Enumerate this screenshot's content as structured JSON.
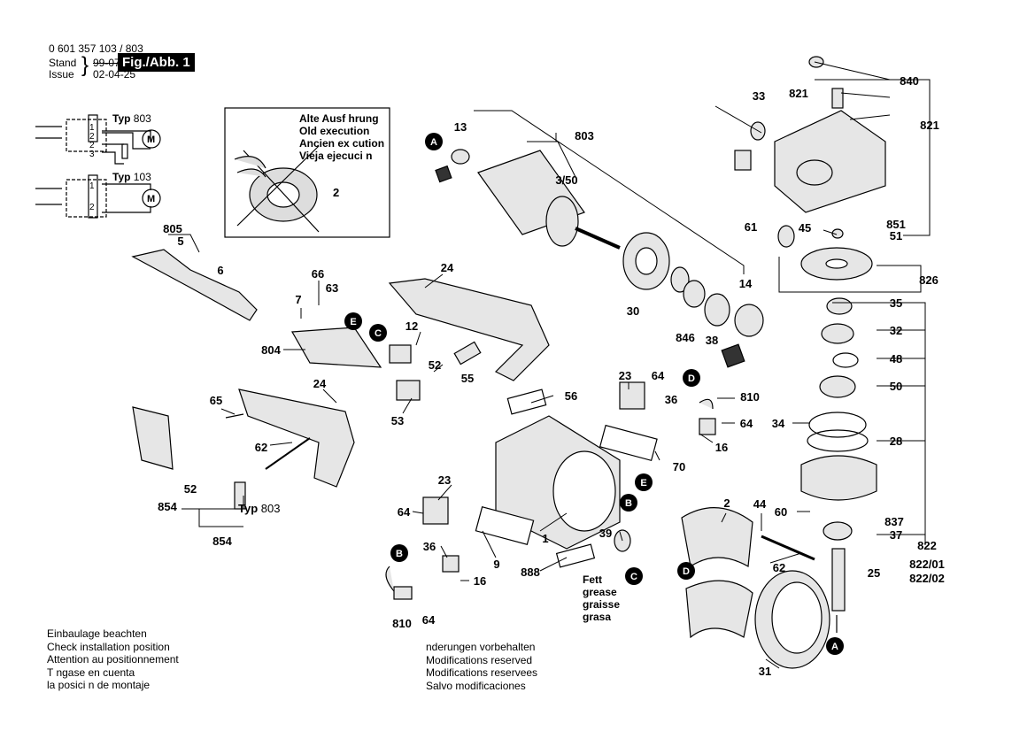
{
  "header": {
    "part_number": "0 601 357 103 / 803",
    "stand_label": "Stand",
    "issue_label": "Issue",
    "old_date": "99-07",
    "issue_date": "02-04-25",
    "figure": "Fig./Abb. 1"
  },
  "schematics": [
    {
      "type_label": "Typ",
      "type_value": "803",
      "pins": [
        "1",
        "2",
        "2",
        "3"
      ],
      "motor": "M"
    },
    {
      "type_label": "Typ",
      "type_value": "103",
      "pins": [
        "1",
        "2"
      ],
      "motor": "M"
    }
  ],
  "old_execution_box": {
    "lines": [
      "Alte Ausf hrung",
      "Old execution",
      "Ancien ex cution",
      "Vieja ejecuci n"
    ],
    "callout": "2"
  },
  "callouts": [
    "13",
    "803",
    "3/50",
    "33",
    "821",
    "840",
    "821",
    "851",
    "51",
    "45",
    "61",
    "826",
    "14",
    "30",
    "846",
    "38",
    "35",
    "32",
    "48",
    "50",
    "34",
    "28",
    "60",
    "837",
    "37",
    "25",
    "822",
    "822/01",
    "822/02",
    "805",
    "5",
    "6",
    "66",
    "7",
    "63",
    "24",
    "12",
    "804",
    "52",
    "55",
    "53",
    "65",
    "24",
    "62",
    "52",
    "854",
    "854",
    "23",
    "64",
    "810",
    "36",
    "64",
    "16",
    "56",
    "70",
    "23",
    "2",
    "44",
    "64",
    "36",
    "1",
    "39",
    "9",
    "888",
    "62",
    "16",
    "810",
    "64",
    "31"
  ],
  "markers": [
    "A",
    "E",
    "C",
    "D",
    "E",
    "B",
    "B",
    "C",
    "D",
    "A"
  ],
  "typ_note": {
    "label": "Typ",
    "value": "803"
  },
  "grease_note": [
    "Fett",
    "grease",
    "graisse",
    "grasa"
  ],
  "installation_note": [
    "Einbaulage beachten",
    "Check installation position",
    "Attention au positionnement",
    "T ngase en cuenta",
    "la posici n de montaje"
  ],
  "modifications_note": [
    " nderungen vorbehalten",
    "Modifications reserved",
    "Modifications reservees",
    "Salvo modificaciones"
  ]
}
